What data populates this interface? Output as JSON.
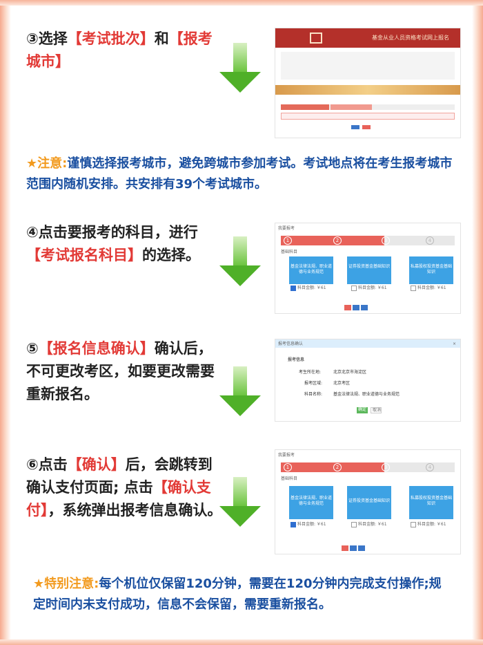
{
  "steps": {
    "s3": {
      "num": "③选择",
      "hl1": "【考试批次】",
      "mid": "和",
      "hl2": "【报考城市】"
    },
    "note1": {
      "star": "★注意:",
      "text": "谨慎选择报考城市，避免跨城市参加考试。考试地点将在考生报考城市范围内随机安排。共安排有39个考试城市。"
    },
    "s4": {
      "pre": "④点击要报考的科目，进行",
      "hl": "【考试报名科目】",
      "post": "的选择。"
    },
    "s5": {
      "num": "⑤",
      "hl": "【报名信息确认】",
      "post": "确认后，不可更改考区，如要更改需要重新报名。"
    },
    "s6": {
      "pre": "⑥点击",
      "hl1": "【确认】",
      "mid": "后，会跳转到确认支付页面; 点击",
      "hl2": "【确认支付】",
      "post": "，系统弹出报考信息确认。"
    },
    "note2": {
      "star": "★特别注意:",
      "text": "每个机位仅保留120分钟，需要在120分钟内完成支付操作;规定时间内未支付成功，信息不会保留，需要重新报名。"
    }
  },
  "screens": {
    "shot1": {
      "title": "基金从业人员资格考试网上报名"
    },
    "subjects": {
      "header": "我要报考",
      "section": "基础科目",
      "items": [
        {
          "name": "基金法律法规、职业道德与业务规范",
          "fee": "科目金额: ￥61",
          "checked": true
        },
        {
          "name": "证券投资基金基础知识",
          "fee": "科目金额: ￥61",
          "checked": false
        },
        {
          "name": "私募股权投资基金基础知识",
          "fee": "科目金额: ￥61",
          "checked": false
        }
      ]
    },
    "confirm": {
      "header": "报考信息确认",
      "section": "报考信息",
      "rows": [
        {
          "label": "考生所在地:",
          "value": "北京北京市海淀区"
        },
        {
          "label": "报考区域:",
          "value": "北京考区"
        },
        {
          "label": "科目名称:",
          "value": "基金法律法规、职业道德与业务规范"
        }
      ],
      "ok": "确定",
      "cancel": "取消"
    }
  },
  "colors": {
    "highlight": "#e23a36",
    "note": "#1a4fa0",
    "star": "#f29a1e",
    "arrow": "#4fb028"
  }
}
